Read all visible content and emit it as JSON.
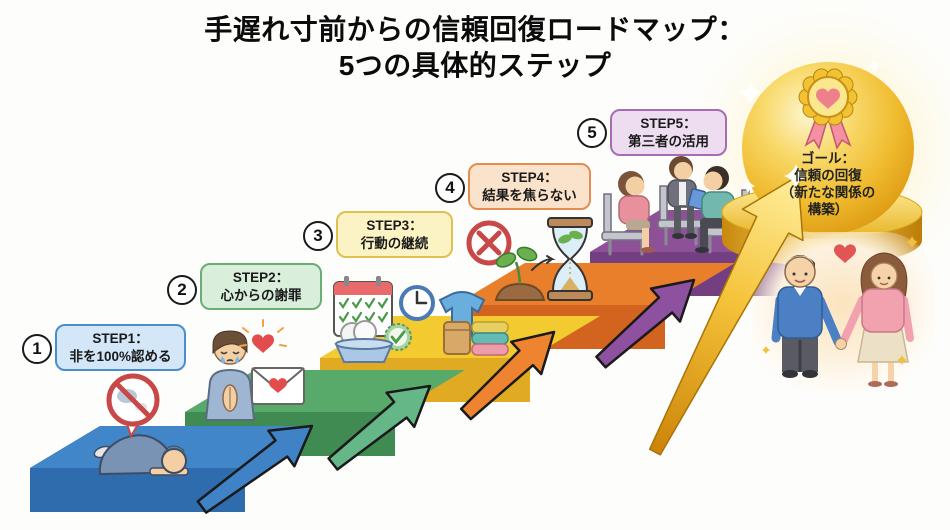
{
  "title": {
    "line1": "手遅れ寸前からの信頼回復ロードマップ：",
    "line2": "5つの具体的ステップ"
  },
  "steps": [
    {
      "number": "1",
      "label": "STEP1：",
      "sublabel": "非を100%認める",
      "badge_bg": "#d3e7f8",
      "badge_border": "#4a8ccd",
      "top_color": "#4186c8",
      "front_color": "#2e6cae",
      "side_color": "#2c5f9b",
      "arrow_color": "#3f83c6",
      "icons": [
        "no-conversation-icon",
        "bowing-person-illustration"
      ]
    },
    {
      "number": "2",
      "label": "STEP2：",
      "sublabel": "心からの謝罪",
      "badge_bg": "#d9efdb",
      "badge_border": "#6bae73",
      "top_color": "#58aa6a",
      "front_color": "#3f8b51",
      "side_color": "#7cc68e",
      "arrow_color": "#66b787",
      "icons": [
        "crying-praying-person-illustration",
        "heart-icon",
        "apology-letter-icon"
      ]
    },
    {
      "number": "3",
      "label": "STEP3：",
      "sublabel": "行動の継続",
      "badge_bg": "#fcf3c5",
      "badge_border": "#e0c050",
      "top_color": "#f3cb31",
      "front_color": "#e0ab22",
      "side_color": "#d9a41e",
      "arrow_color": "#ee8330",
      "icons": [
        "calendar-checks-icon",
        "clock-icon",
        "check-badge-icon",
        "dishes-icon",
        "tshirt-icon",
        "laundry-stack-icon"
      ]
    },
    {
      "number": "4",
      "label": "STEP4：",
      "sublabel": "結果を焦らない",
      "badge_bg": "#fbe3cb",
      "badge_border": "#e28e52",
      "top_color": "#e97e2b",
      "front_color": "#d2641f",
      "side_color": "#f0984e",
      "arrow_color": "#8d51a0",
      "icons": [
        "no-x-icon",
        "sprout-icon",
        "hourglass-plant-icon"
      ]
    },
    {
      "number": "5",
      "label": "STEP5：",
      "sublabel": "第三者の活用",
      "badge_bg": "#eeddf1",
      "badge_border": "#a86cb4",
      "top_color": "#8d5198",
      "front_color": "#733f80",
      "side_color": "#6d3d7a",
      "arrow_color": "#e9b224",
      "icons": [
        "counseling-session-illustration"
      ]
    }
  ],
  "goal": {
    "lines": [
      "ゴール：",
      "信頼の回復",
      "（新たな関係の",
      "構築）"
    ],
    "icon": "medal-heart-icon",
    "sphere_color": "#f3c12c",
    "podium_color": "#e8b01e"
  },
  "finale": {
    "icon": "couple-holding-hands-illustration",
    "heart_color": "#e25555"
  }
}
